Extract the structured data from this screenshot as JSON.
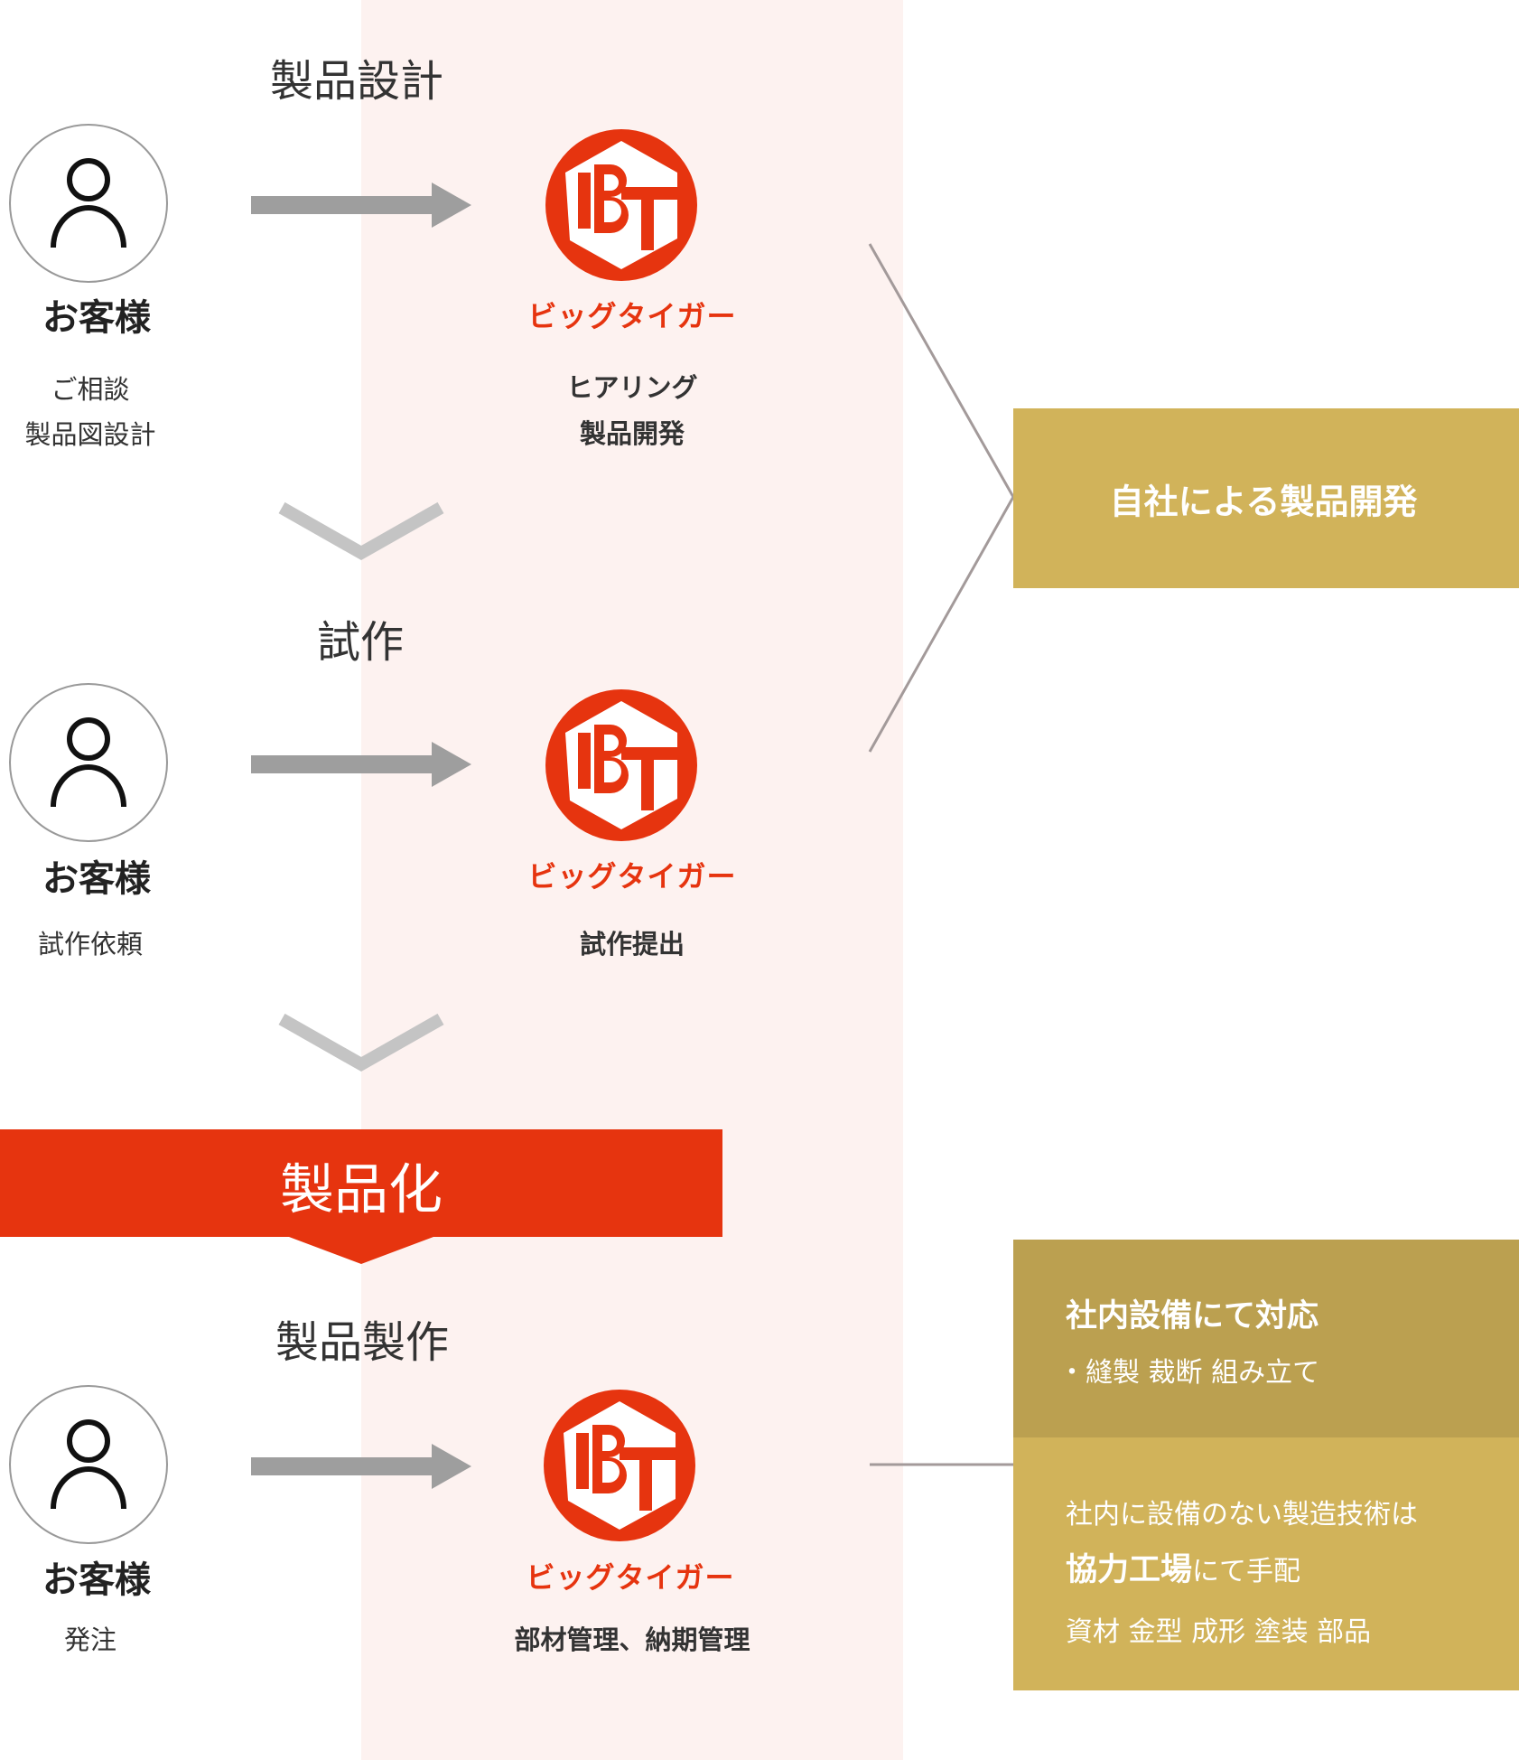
{
  "colors": {
    "accent": "#e6340f",
    "gold": "#d1b35a",
    "gold_dark": "#bba050",
    "band": "#fdf2f0",
    "arrow": "#9e9e9e"
  },
  "stages": [
    {
      "title": "製品設計",
      "customer": "お客様",
      "customer_lines": [
        "ご相談",
        "製品図設計"
      ],
      "brand": "ビッグタイガー",
      "company_lines": [
        "ヒアリング",
        "製品開発"
      ]
    },
    {
      "title": "試作",
      "customer": "お客様",
      "customer_lines": [
        "試作依頼"
      ],
      "brand": "ビッグタイガー",
      "company_lines": [
        "試作提出"
      ]
    },
    {
      "title": "製品製作",
      "customer": "お客様",
      "customer_lines": [
        "発注"
      ],
      "brand": "ビッグタイガー",
      "company_lines": [
        "部材管理、納期管理"
      ]
    }
  ],
  "banner": {
    "label": "製品化"
  },
  "box_dev": {
    "label": "自社による製品開発"
  },
  "box_inhouse": {
    "title": "社内設備にて対応",
    "items": "・縫製 裁断 組み立て"
  },
  "box_partner": {
    "line1": "社内に設備のない製造技術は",
    "bold": "協力工場",
    "line2_rest": "にて手配",
    "items": "資材 金型 成形 塗装 部品"
  }
}
